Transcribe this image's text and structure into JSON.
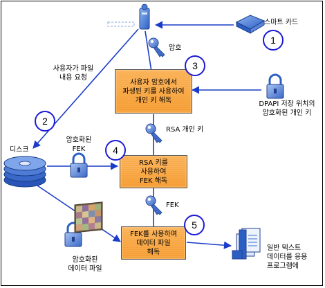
{
  "colors": {
    "arrow": "#1a3cc8",
    "step_box": "#f9a640",
    "step_circle_border": "#1a1ad6"
  },
  "icons": {
    "user_pc": "user-computer-icon",
    "smart_card": "smart-card-reader-icon",
    "disk": "disk-stack-icon",
    "key": "key-icon",
    "lock": "padlock-icon",
    "encrypted_data": "encrypted-data-tile-icon",
    "application": "application-document-icon"
  },
  "labels": {
    "smart_card": "스마트 카드",
    "password": "암호",
    "user_request": "사용자가 파일\n내용 요청",
    "dpapi": "DPAPI 저장 위치의\n암호화된 개인 키",
    "rsa_private_key": "RSA 개인 키",
    "disk": "디스크",
    "encrypted_fek": "암호화된\nFEK",
    "fek": "FEK",
    "encrypted_data_file": "암호화된\n데이터 파일",
    "plain_text": "일반 텍스트\n데이터를 응용\n프로그램에"
  },
  "steps": [
    {
      "number": "1"
    },
    {
      "number": "2"
    },
    {
      "number": "3",
      "text": "사용자 암호에서\n파생된 키를 사용하여\n개인 키 해독"
    },
    {
      "number": "4",
      "text": "RSA 키를\n사용하여\nFEK 해독"
    },
    {
      "number": "5",
      "text": "FEK를 사용하여\n데이터 파일\n해독"
    }
  ]
}
